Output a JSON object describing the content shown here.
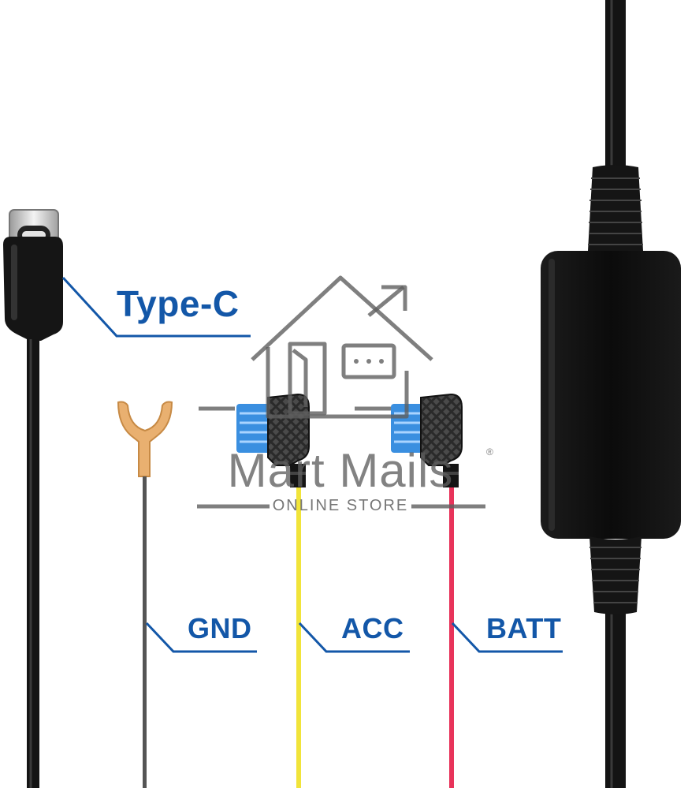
{
  "labels": {
    "type_c": "Type-C",
    "gnd": "GND",
    "acc": "ACC",
    "batt": "BATT"
  },
  "watermark": {
    "brand": "Mart Mails",
    "registered": "®",
    "subtitle": "ONLINE STORE"
  },
  "colors": {
    "callout_blue": "#1357a8",
    "cable_black": "#141414",
    "wire_yellow": "#f1e43a",
    "wire_red": "#e8335a",
    "wire_gray": "#555555",
    "terminal_copper": "#e9b070",
    "fuse_blue": "#3a8fe0",
    "watermark_gray": "#5f5f5f"
  },
  "icons": [
    "usb-c-plug",
    "fork-terminal",
    "add-a-fuse-tap",
    "converter-box",
    "house-arrow-logo"
  ]
}
